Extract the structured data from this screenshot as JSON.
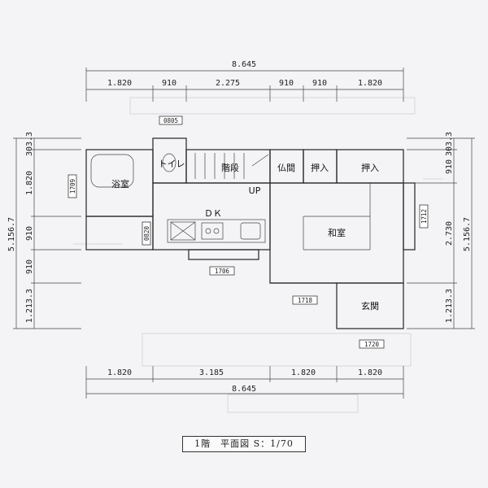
{
  "dimensions": {
    "top_total": "8.645",
    "top_segments": [
      "1.820",
      "910",
      "2.275",
      "910",
      "910",
      "1.820"
    ],
    "bottom_segments": [
      "1.820",
      "3.185",
      "1.820",
      "1.820"
    ],
    "bottom_total": "8.645",
    "left_total": "5.156.7",
    "left_segments": [
      "303.3",
      "1.820",
      "910",
      "910",
      "1.213.3"
    ],
    "right_total": "5.156.7",
    "right_segments": [
      "303.3",
      "910",
      "2.730",
      "1.213.3"
    ]
  },
  "rooms": {
    "bath": "浴室",
    "toilet": "トイレ",
    "stairs": "階段",
    "up": "UP",
    "butsuma": "仏間",
    "closet1": "押入",
    "closet2": "押入",
    "dk": "ＤＫ",
    "washitsu": "和室",
    "genkan": "玄関"
  },
  "tags": {
    "t0805": "0805",
    "t1709": "1709",
    "t0820": "0820",
    "t1706": "1706",
    "t1712": "1712",
    "t1718": "1718",
    "t1720": "1720"
  },
  "title": "1階　平面図 S：1/70"
}
